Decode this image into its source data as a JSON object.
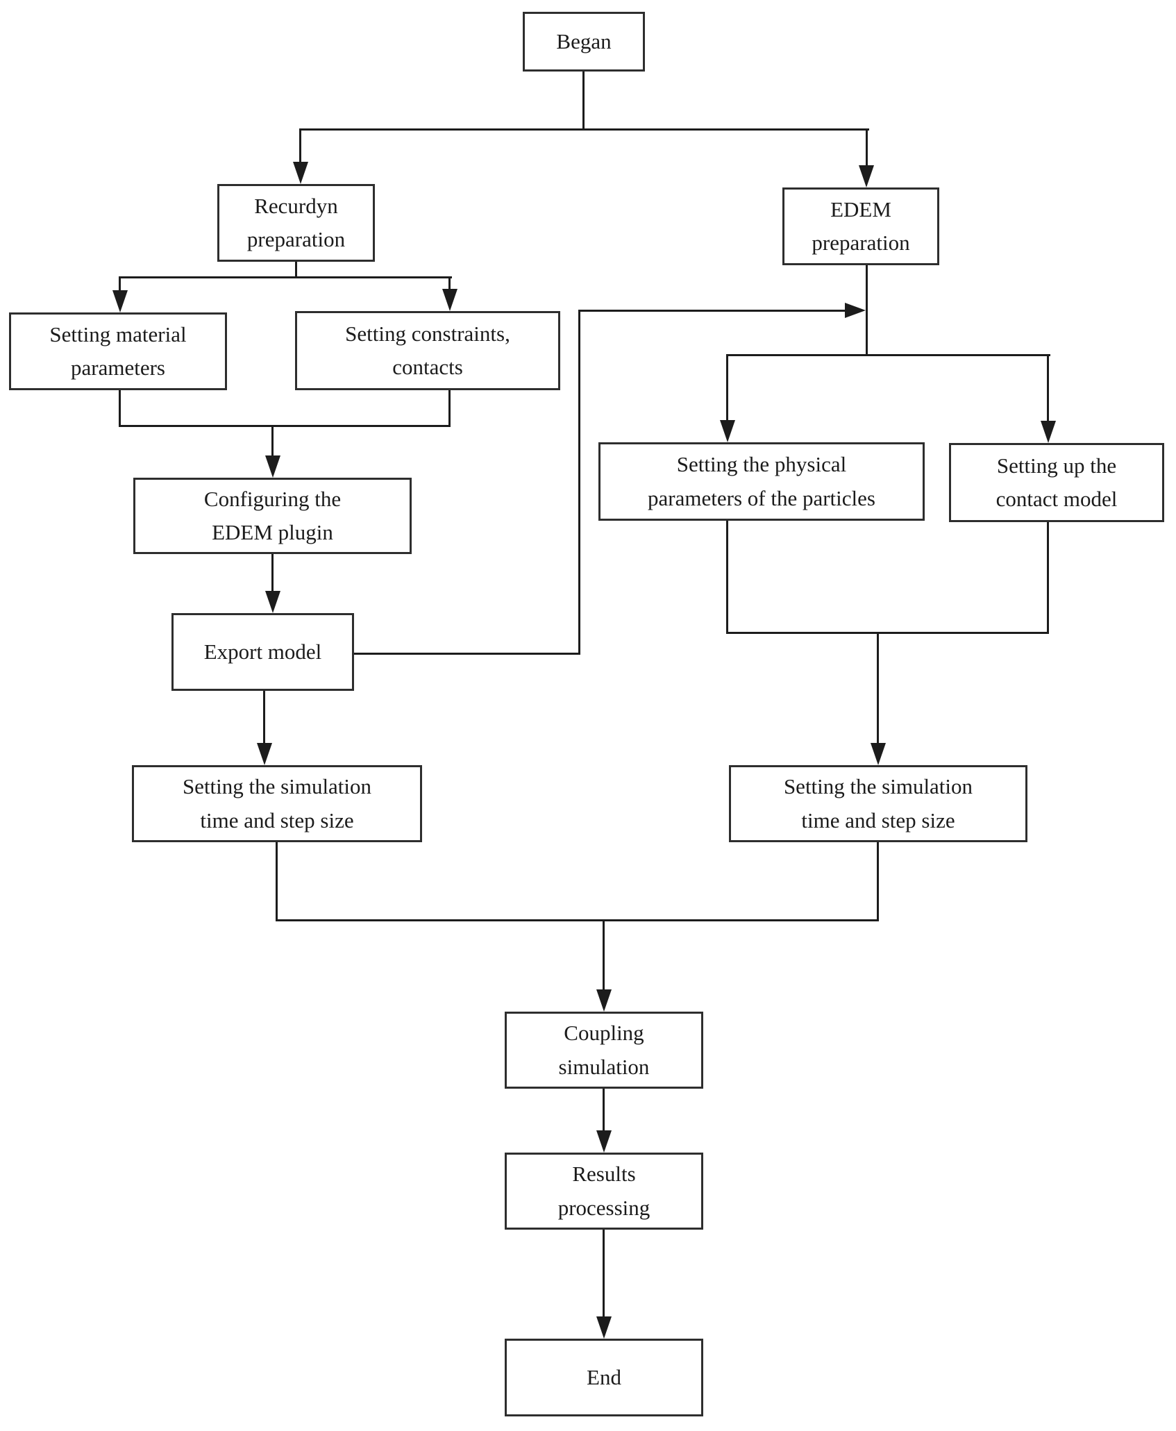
{
  "diagram_type": "flowchart",
  "colors": {
    "background": "#ffffff",
    "box_fill": "#ffffff",
    "box_border": "#2e2e2e",
    "line": "#1c1c1c",
    "text": "#1b1b1b"
  },
  "nodes": {
    "began": {
      "label": "Began"
    },
    "recurdyn_preparation": {
      "label": "Recurdyn\npreparation"
    },
    "edem_preparation": {
      "label": "EDEM\npreparation"
    },
    "setting_material_parameters": {
      "label": "Setting material\nparameters"
    },
    "setting_constraints_contacts": {
      "label": "Setting constraints,\ncontacts"
    },
    "configuring_edem_plugin": {
      "label": "Configuring the\nEDEM plugin"
    },
    "export_model": {
      "label": "Export model"
    },
    "setting_simulation_time_left": {
      "label": "Setting the simulation\ntime and step size"
    },
    "setting_physical_parameters": {
      "label": "Setting the physical\nparameters of the particles"
    },
    "setting_contact_model": {
      "label": "Setting up the\ncontact model"
    },
    "setting_simulation_time_right": {
      "label": "Setting the simulation\ntime and step size"
    },
    "coupling_simulation": {
      "label": "Coupling\nsimulation"
    },
    "results_processing": {
      "label": "Results\nprocessing"
    },
    "end": {
      "label": "End"
    }
  },
  "edges": [
    [
      "began",
      "recurdyn_preparation"
    ],
    [
      "began",
      "edem_preparation"
    ],
    [
      "recurdyn_preparation",
      "setting_material_parameters"
    ],
    [
      "recurdyn_preparation",
      "setting_constraints_contacts"
    ],
    [
      "setting_material_parameters",
      "configuring_edem_plugin"
    ],
    [
      "setting_constraints_contacts",
      "configuring_edem_plugin"
    ],
    [
      "configuring_edem_plugin",
      "export_model"
    ],
    [
      "export_model",
      "setting_simulation_time_left"
    ],
    [
      "export_model",
      "edem_branch_junction"
    ],
    [
      "edem_preparation",
      "setting_physical_parameters"
    ],
    [
      "edem_preparation",
      "setting_contact_model"
    ],
    [
      "setting_physical_parameters",
      "setting_simulation_time_right"
    ],
    [
      "setting_contact_model",
      "setting_simulation_time_right"
    ],
    [
      "setting_simulation_time_left",
      "coupling_simulation"
    ],
    [
      "setting_simulation_time_right",
      "coupling_simulation"
    ],
    [
      "coupling_simulation",
      "results_processing"
    ],
    [
      "results_processing",
      "end"
    ]
  ]
}
